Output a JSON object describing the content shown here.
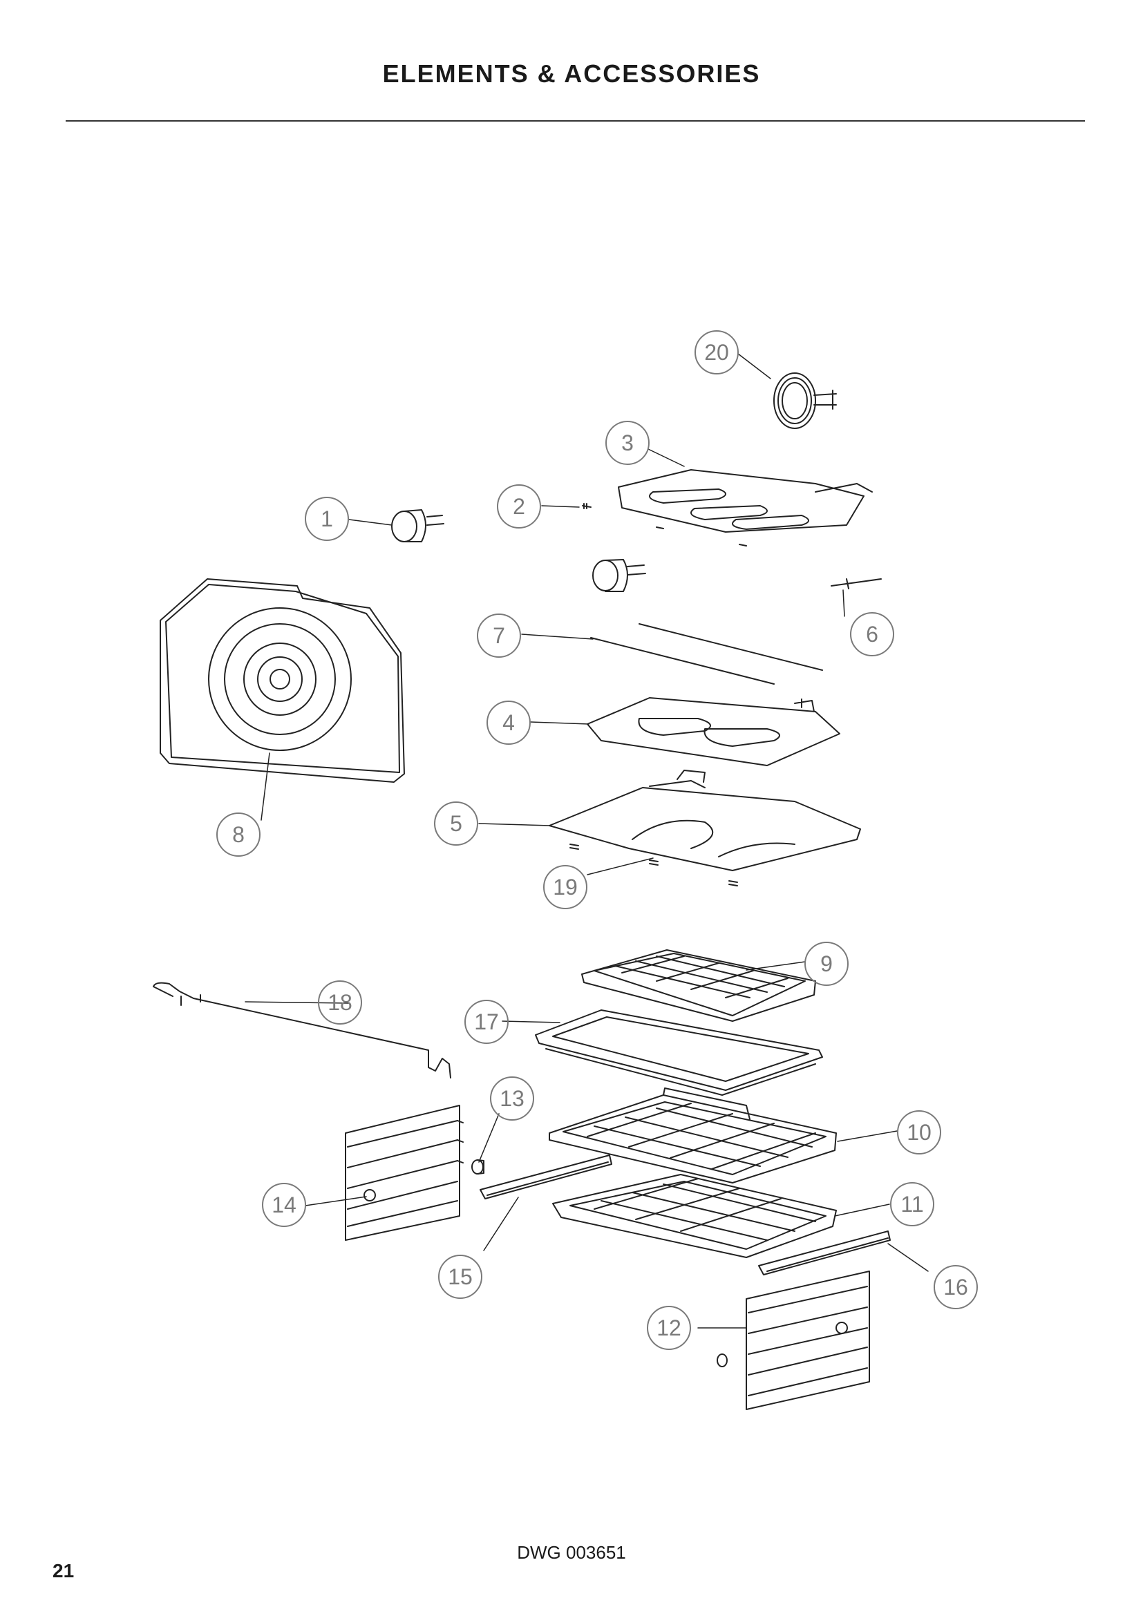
{
  "header": {
    "title": "ELEMENTS & ACCESSORIES"
  },
  "callouts": [
    "1",
    "2",
    "3",
    "4",
    "5",
    "6",
    "7",
    "8",
    "9",
    "10",
    "11",
    "12",
    "13",
    "14",
    "15",
    "16",
    "17",
    "18",
    "19",
    "20"
  ],
  "footer": {
    "drawing_number": "DWG 003651",
    "page_number": "21"
  },
  "colors": {
    "line": "#222222",
    "callout": "#7a7a7a",
    "text": "#1a1a1a"
  }
}
